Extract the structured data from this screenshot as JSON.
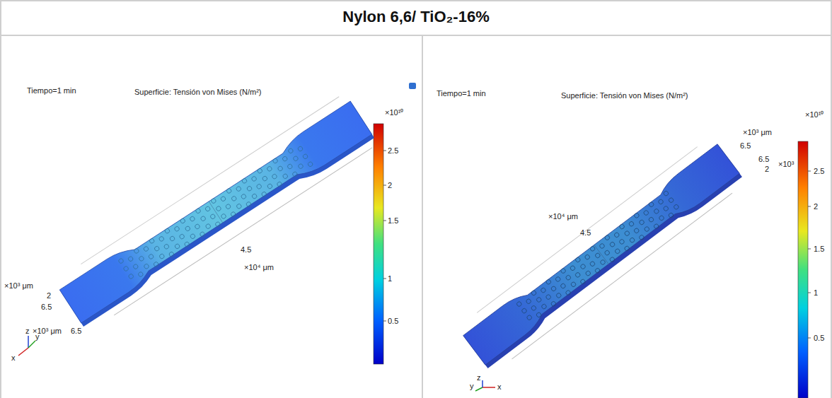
{
  "diagram": {
    "title": "Nylon 6,6/ TiO₂-16%",
    "labels": [
      "Tiempo=1 min",
      "Superficie: Tensión von Mises (N/m²)",
      "×10¹⁰",
      "2.5",
      "2",
      "1.5",
      "1",
      "0.5",
      "4.5",
      "×10⁴ μm",
      "×10³ μm",
      "2",
      "6.5",
      "×10³ μm",
      "6.5",
      "y",
      "z",
      "x",
      "Tiempo=1 min",
      "Superficie: Tensión von Mises (N/m²)",
      "×10³ μm",
      "×10¹⁰",
      "6.5",
      "6.5",
      "2",
      "×10³",
      "2.5",
      "2",
      "1.5",
      "1",
      "0.5",
      "×10⁴ μm",
      "4.5",
      "y",
      "z",
      "x"
    ]
  }
}
